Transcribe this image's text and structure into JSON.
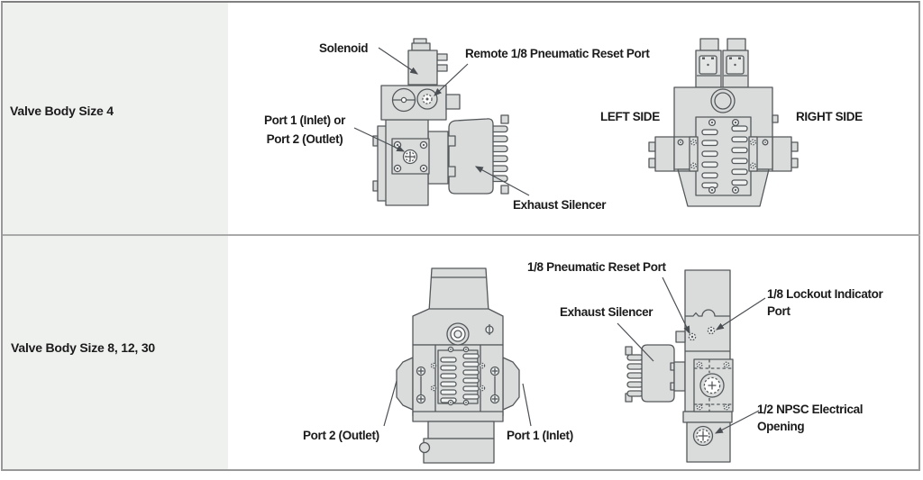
{
  "figure": {
    "rows": [
      {
        "header": "Valve Body Size 4",
        "callouts": {
          "solenoid": "Solenoid",
          "remote_reset_port": "Remote 1/8 Pneumatic Reset Port",
          "port_lines": [
            "Port 1 (Inlet) or",
            "Port 2 (Outlet)"
          ],
          "exhaust_silencer": "Exhaust Silencer",
          "left_side": "LEFT SIDE",
          "right_side": "RIGHT SIDE"
        }
      },
      {
        "header": "Valve Body Size 8, 12, 30",
        "callouts": {
          "pneumatic_reset_port": "1/8 Pneumatic Reset Port",
          "exhaust_silencer": "Exhaust Silencer",
          "lockout_lines": [
            "1/8 Lockout Indicator",
            "Port"
          ],
          "port2": "Port 2 (Outlet)",
          "port1": "Port 1 (Inlet)",
          "electrical_lines": [
            "1/2 NPSC Electrical",
            "Opening"
          ]
        }
      }
    ]
  },
  "colors": {
    "row_header_bg": "#eff1ef",
    "part_fill": "#dadcdc",
    "part_outline": "#54585a",
    "slot_fill": "#f0f2f2",
    "table_border": "#989898",
    "divider": "#a9a9a9",
    "text": "#1b1b1b",
    "background": "#ffffff"
  }
}
